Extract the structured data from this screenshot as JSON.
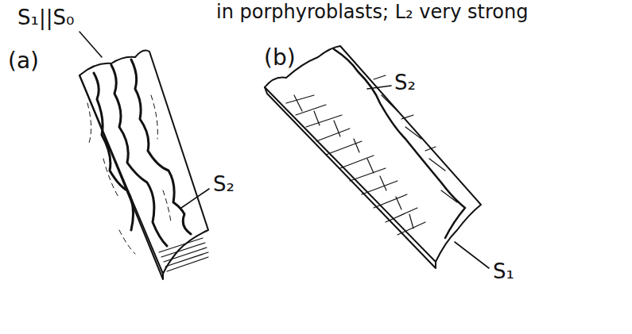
{
  "diagram": {
    "labels": [
      "in porphyroblasts; L₂ very strong",
      "S₁||S₀",
      "(a)",
      "(b)",
      "S₂",
      "S₂",
      "S₁"
    ]
  }
}
